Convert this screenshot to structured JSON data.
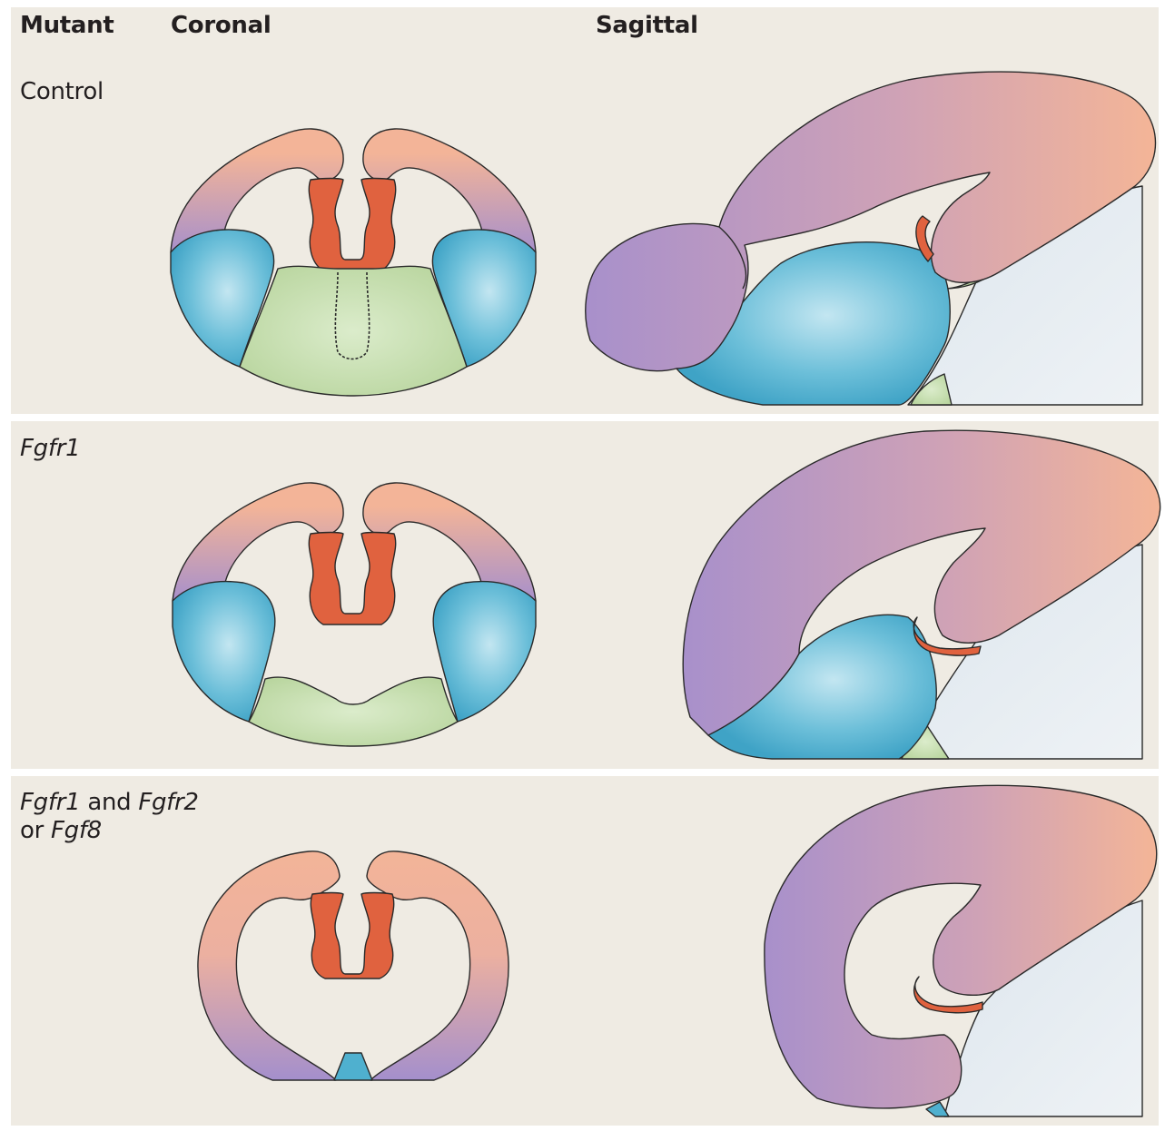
{
  "headers": {
    "mutant": "Mutant",
    "coronal": "Coronal",
    "sagittal": "Sagittal"
  },
  "rows": [
    {
      "label": "Control"
    },
    {
      "label": "Fgfr1"
    },
    {
      "label_part1": "Fgfr1",
      "label_part2": " and ",
      "label_part3": "Fgfr2",
      "label_part4": "or ",
      "label_part5": "Fgf8"
    }
  ],
  "colors": {
    "background": "#efebe3",
    "peach": "#f0b49a",
    "purple": "#ab93c9",
    "blue": "#4fb0cf",
    "green": "#bcd7a2",
    "red": "#e0623f",
    "grey": "#e4ebf0"
  }
}
